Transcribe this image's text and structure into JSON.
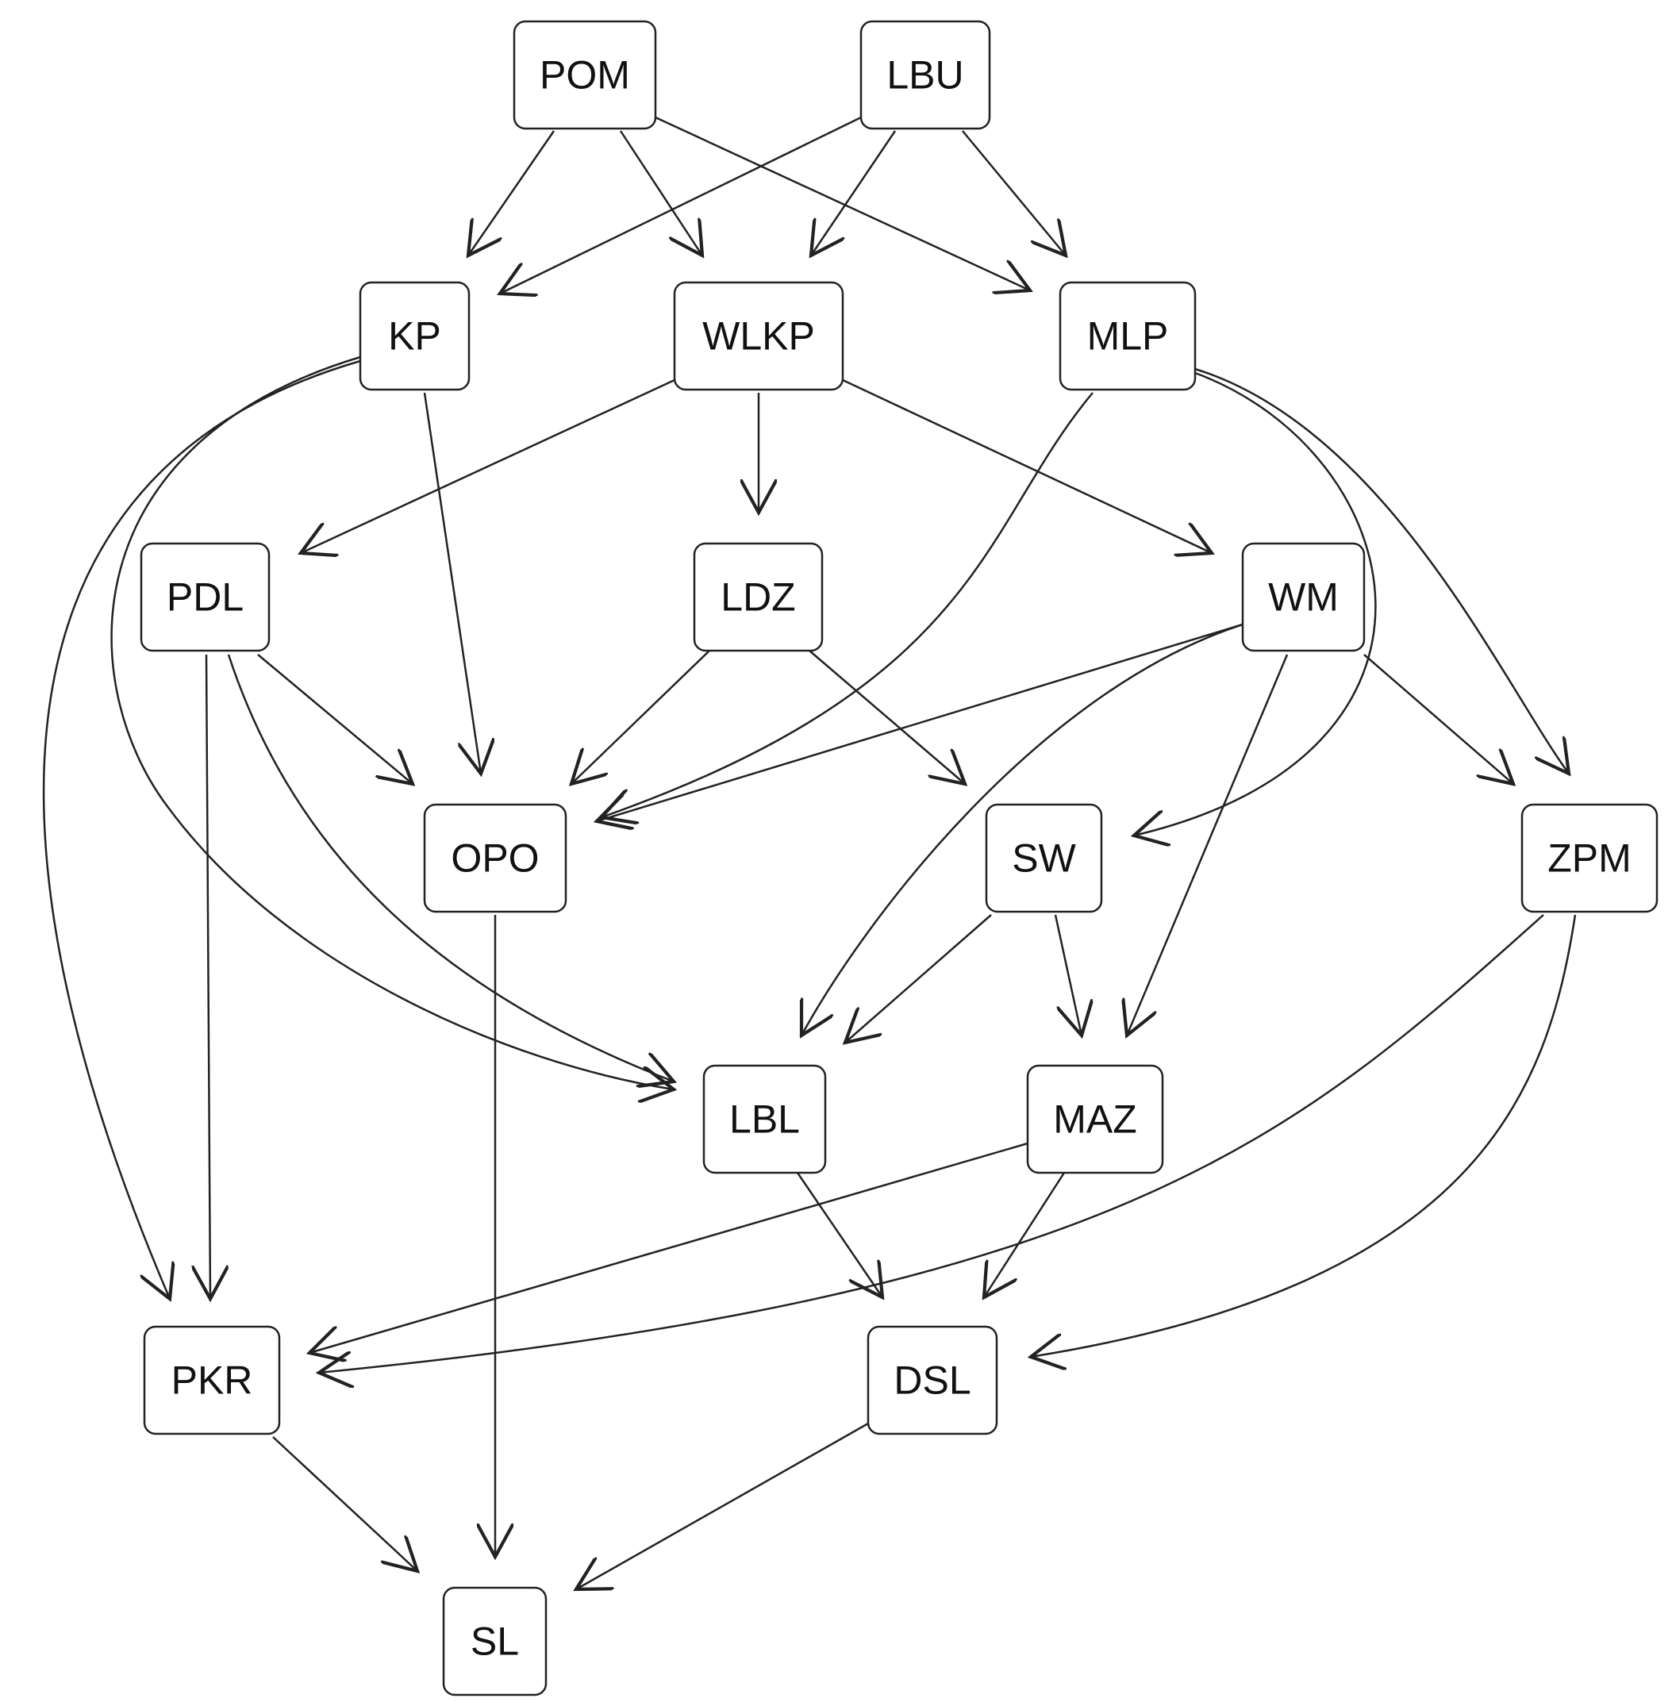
{
  "diagram": {
    "type": "directed-acyclic-graph",
    "nodes": [
      {
        "id": "POM",
        "label": "POM"
      },
      {
        "id": "LBU",
        "label": "LBU"
      },
      {
        "id": "KP",
        "label": "KP"
      },
      {
        "id": "WLKP",
        "label": "WLKP"
      },
      {
        "id": "MLP",
        "label": "MLP"
      },
      {
        "id": "PDL",
        "label": "PDL"
      },
      {
        "id": "LDZ",
        "label": "LDZ"
      },
      {
        "id": "WM",
        "label": "WM"
      },
      {
        "id": "OPO",
        "label": "OPO"
      },
      {
        "id": "SW",
        "label": "SW"
      },
      {
        "id": "ZPM",
        "label": "ZPM"
      },
      {
        "id": "LBL",
        "label": "LBL"
      },
      {
        "id": "MAZ",
        "label": "MAZ"
      },
      {
        "id": "PKR",
        "label": "PKR"
      },
      {
        "id": "DSL",
        "label": "DSL"
      },
      {
        "id": "SL",
        "label": "SL"
      }
    ],
    "edges": [
      {
        "from": "POM",
        "to": "KP"
      },
      {
        "from": "POM",
        "to": "WLKP"
      },
      {
        "from": "POM",
        "to": "MLP"
      },
      {
        "from": "LBU",
        "to": "KP"
      },
      {
        "from": "LBU",
        "to": "WLKP"
      },
      {
        "from": "LBU",
        "to": "MLP"
      },
      {
        "from": "KP",
        "to": "OPO"
      },
      {
        "from": "KP",
        "to": "LBL"
      },
      {
        "from": "KP",
        "to": "PKR"
      },
      {
        "from": "WLKP",
        "to": "PDL"
      },
      {
        "from": "WLKP",
        "to": "LDZ"
      },
      {
        "from": "WLKP",
        "to": "WM"
      },
      {
        "from": "MLP",
        "to": "OPO"
      },
      {
        "from": "MLP",
        "to": "SW"
      },
      {
        "from": "MLP",
        "to": "ZPM"
      },
      {
        "from": "PDL",
        "to": "OPO"
      },
      {
        "from": "PDL",
        "to": "LBL"
      },
      {
        "from": "PDL",
        "to": "PKR"
      },
      {
        "from": "LDZ",
        "to": "OPO"
      },
      {
        "from": "LDZ",
        "to": "SW"
      },
      {
        "from": "WM",
        "to": "OPO"
      },
      {
        "from": "WM",
        "to": "LBL"
      },
      {
        "from": "WM",
        "to": "MAZ"
      },
      {
        "from": "WM",
        "to": "ZPM"
      },
      {
        "from": "OPO",
        "to": "SL"
      },
      {
        "from": "SW",
        "to": "LBL"
      },
      {
        "from": "SW",
        "to": "MAZ"
      },
      {
        "from": "ZPM",
        "to": "PKR"
      },
      {
        "from": "ZPM",
        "to": "DSL"
      },
      {
        "from": "LBL",
        "to": "DSL"
      },
      {
        "from": "MAZ",
        "to": "PKR"
      },
      {
        "from": "MAZ",
        "to": "DSL"
      },
      {
        "from": "PKR",
        "to": "SL"
      },
      {
        "from": "DSL",
        "to": "SL"
      }
    ]
  }
}
